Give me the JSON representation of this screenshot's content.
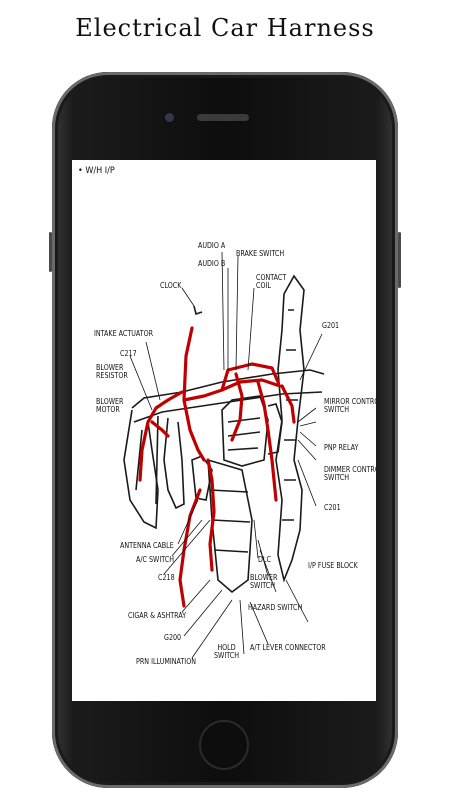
{
  "app": {
    "title": "Electrical Car Harness"
  },
  "diagram": {
    "title": "• W/H I/P",
    "labels": {
      "audio_a": "AUDIO A",
      "audio_b": "AUDIO B",
      "brake_switch": "BRAKE SWITCH",
      "contact_coil": "CONTACT\nCOIL",
      "clock": "CLOCK",
      "g201_top": "G201",
      "intake_actuator": "INTAKE ACTUATOR",
      "c217": "C217",
      "blower_resistor": "BLOWER\nRESISTOR",
      "blower_motor": "BLOWER\nMOTOR",
      "mirror_control_switch": "MIRROR CONTROL\nSWITCH",
      "pnp_relay": "PNP RELAY",
      "dimmer_control_switch": "DIMMER CONTROL\nSWITCH",
      "c201": "C201",
      "antenna_cable": "ANTENNA CABLE",
      "ac_switch": "A/C SWITCH",
      "c218": "C218",
      "dlc": "DLC",
      "ip_fuse_block": "I/P FUSE BLOCK",
      "blower_switch": "BLOWER\nSWITCH",
      "hazard_switch": "HAZARD SWITCH",
      "cigar_ashtray": "CIGAR & ASHTRAY",
      "g200": "G200",
      "hold_switch": "HOLD\nSWITCH",
      "at_lever_connector": "A/T LEVER CONNECTOR",
      "prn_illumination": "PRN ILLUMINATION"
    },
    "colors": {
      "harness": "#c00000",
      "frame": "#1a1a1a"
    }
  }
}
